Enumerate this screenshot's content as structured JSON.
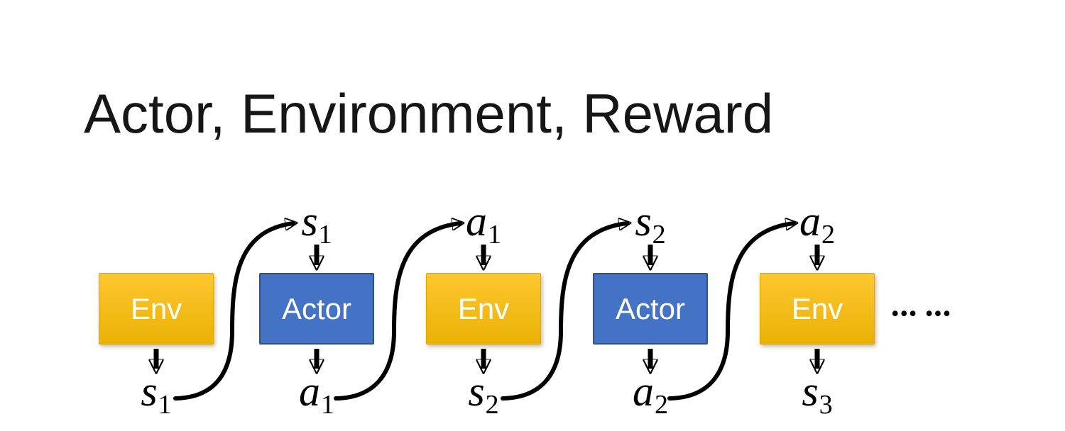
{
  "slide": {
    "title": "Actor, Environment, Reward",
    "ellipsis": "••• •••"
  },
  "diagram": {
    "boxes": [
      {
        "label": "Env"
      },
      {
        "label": "Actor"
      },
      {
        "label": "Env"
      },
      {
        "label": "Actor"
      },
      {
        "label": "Env"
      }
    ],
    "top_labels": [
      {
        "base": "s",
        "sub": "1"
      },
      {
        "base": "a",
        "sub": "1"
      },
      {
        "base": "s",
        "sub": "2"
      },
      {
        "base": "a",
        "sub": "2"
      }
    ],
    "bottom_labels": [
      {
        "base": "s",
        "sub": "1"
      },
      {
        "base": "a",
        "sub": "1"
      },
      {
        "base": "s",
        "sub": "2"
      },
      {
        "base": "a",
        "sub": "2"
      },
      {
        "base": "s",
        "sub": "3"
      }
    ],
    "colors": {
      "env_gradient_top": "#FEC72F",
      "env_gradient_bottom": "#EAB205",
      "actor_fill": "#4472C4",
      "actor_border": "#2F528F",
      "arrow": "#000000",
      "box_text": "#FFFFFF",
      "title_text": "#161616"
    }
  }
}
